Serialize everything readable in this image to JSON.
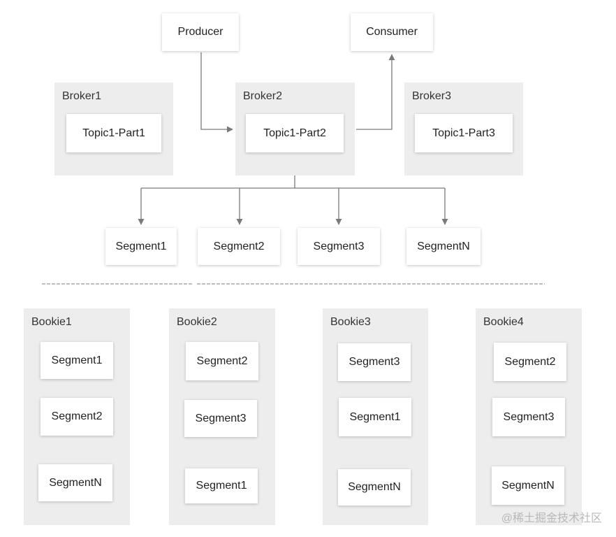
{
  "producer": "Producer",
  "consumer": "Consumer",
  "brokers": [
    {
      "name": "Broker1",
      "topic": "Topic1-Part1"
    },
    {
      "name": "Broker2",
      "topic": "Topic1-Part2"
    },
    {
      "name": "Broker3",
      "topic": "Topic1-Part3"
    }
  ],
  "segments": [
    "Segment1",
    "Segment2",
    "Segment3",
    "SegmentN"
  ],
  "bookies": [
    {
      "name": "Bookie1",
      "segments": [
        "Segment1",
        "Segment2",
        "SegmentN"
      ]
    },
    {
      "name": "Bookie2",
      "segments": [
        "Segment2",
        "Segment3",
        "Segment1"
      ]
    },
    {
      "name": "Bookie3",
      "segments": [
        "Segment3",
        "Segment1",
        "SegmentN"
      ]
    },
    {
      "name": "Bookie4",
      "segments": [
        "Segment2",
        "Segment3",
        "SegmentN"
      ]
    }
  ],
  "watermark": "@稀土掘金技术社区",
  "colors": {
    "line": "#7a7a7a",
    "panel": "#ededed",
    "dash": "#999999"
  }
}
